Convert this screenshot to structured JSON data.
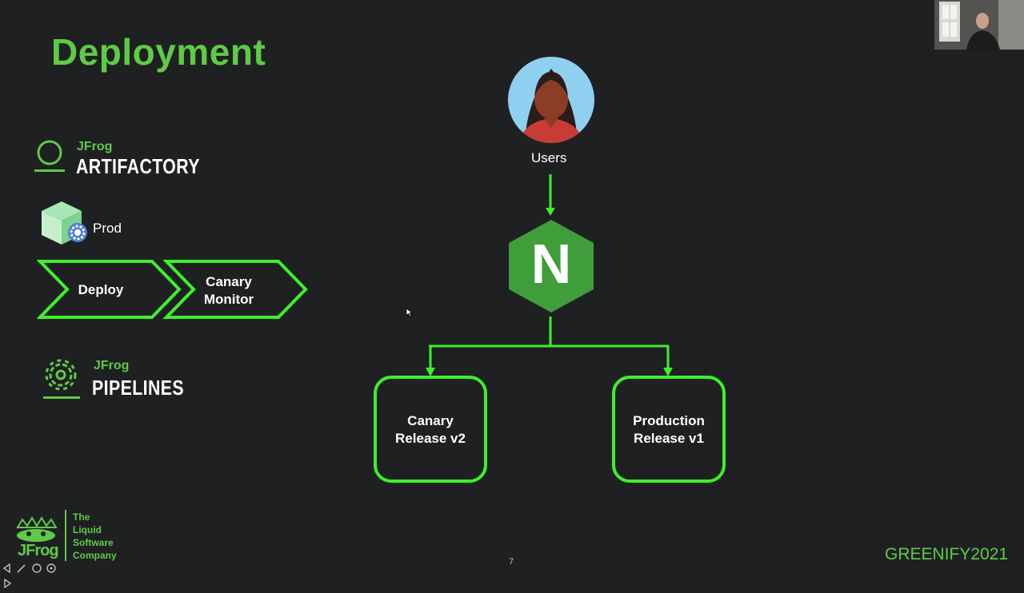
{
  "slide": {
    "title": "Deployment",
    "page_number": "7"
  },
  "left_panel": {
    "artifactory": {
      "brand": "JFrog",
      "product": "ARTIFACTORY"
    },
    "repo": {
      "label": "Prod",
      "icon": "package-cube-icon"
    },
    "pipeline_stages": [
      "Deploy",
      "Canary Monitor"
    ],
    "pipelines": {
      "brand": "JFrog",
      "product": "PIPELINES"
    }
  },
  "diagram": {
    "users_label": "Users",
    "load_balancer": {
      "letter": "N",
      "icon": "nginx-icon"
    },
    "targets": [
      {
        "line1": "Canary",
        "line2": "Release v2"
      },
      {
        "line1": "Production",
        "line2": "Release v1"
      }
    ]
  },
  "footer": {
    "company_lines": [
      "The",
      "Liquid",
      "Software",
      "Company"
    ],
    "logo_text": "JFrog",
    "event": "GREENIFY2021"
  },
  "colors": {
    "accent": "#5ecb46",
    "bright": "#3df02a",
    "background": "#1f2022",
    "nginx": "#3f9d3a"
  }
}
